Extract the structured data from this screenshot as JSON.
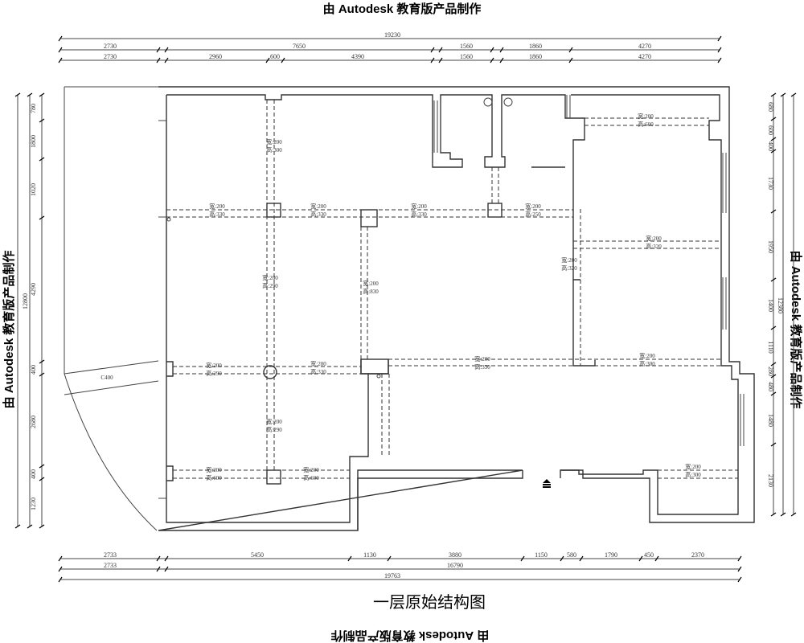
{
  "watermark": "由 Autodesk 教育版产品制作",
  "title": "一层原始结构图",
  "top_dims": {
    "total": "19230",
    "row1": [
      "2730",
      "7650",
      "1560",
      "1860",
      "4270"
    ],
    "row2": [
      "2730",
      "2960",
      "600",
      "4390",
      "1560",
      "1860",
      "4270"
    ]
  },
  "bottom_dims": {
    "row1": [
      "2733",
      "5450",
      "1130",
      "3880",
      "1150",
      "580",
      "1790",
      "450",
      "2370"
    ],
    "row2": [
      "2733",
      "16790"
    ],
    "total": "19763"
  },
  "left_dims": {
    "row": [
      "780",
      "1800",
      "1020",
      "4290",
      "400",
      "2680",
      "400",
      "1230"
    ],
    "total": "12800"
  },
  "right_dims": {
    "row": [
      "680",
      "600",
      "400",
      "1730",
      "1950",
      "1400",
      "1110",
      "280",
      "480",
      "1480",
      "2130"
    ],
    "total": "12380"
  },
  "wedge_label": "C400",
  "beams": [
    {
      "w": "宽:200",
      "h": "高:300"
    },
    {
      "w": "宽:200",
      "h": "高:330"
    },
    {
      "w": "宽:200",
      "h": "高:330"
    },
    {
      "w": "宽:200",
      "h": "高:330"
    },
    {
      "w": "宽:200",
      "h": "高:250"
    },
    {
      "w": "宽:200",
      "h": "高:290"
    },
    {
      "w": "宽:200",
      "h": "高:830"
    },
    {
      "w": "宽:200",
      "h": "高:320"
    },
    {
      "w": "宽:200",
      "h": "高:320"
    },
    {
      "w": "宽:200",
      "h": "高:600"
    },
    {
      "w": "宽:200",
      "h": "高:290"
    },
    {
      "w": "宽:200",
      "h": "高:330"
    },
    {
      "w": "宽:200",
      "h": "高:330"
    },
    {
      "w": "宽:200",
      "h": "高:300"
    },
    {
      "w": "宽:200",
      "h": "高:290"
    },
    {
      "w": "宽:200",
      "h": "高:600"
    },
    {
      "w": "宽:200",
      "h": "高:600"
    },
    {
      "w": "宽:200",
      "h": "高:300"
    }
  ]
}
